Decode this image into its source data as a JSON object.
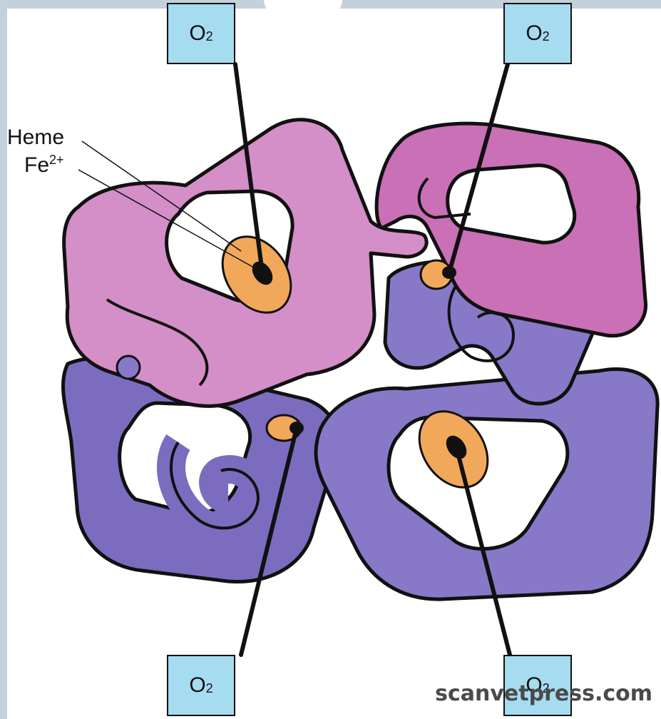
{
  "labels": {
    "heme": "Heme",
    "fe_base": "Fe",
    "fe_charge": "2+",
    "o2_base": "O",
    "o2_sub": "2"
  },
  "watermark": "scanvetpress.com",
  "colors": {
    "pink_subunit": "#d48ec8",
    "magenta_subunit": "#c970b6",
    "blue_subunit": "#8878c8",
    "blue_dark_subunit": "#7c6cbf",
    "heme_disc": "#f2a85a",
    "o2_box": "#a6dcf0",
    "outline": "#111111"
  }
}
